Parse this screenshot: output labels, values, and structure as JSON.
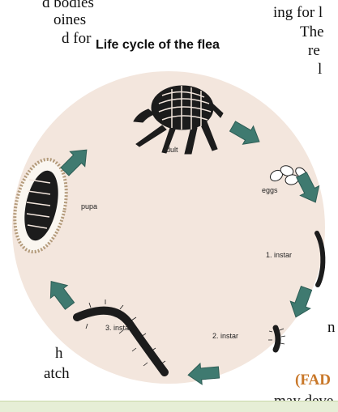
{
  "left_text": [
    "d bodies",
    "oines",
    "d for",
    "h",
    "atch"
  ],
  "right_text": [
    "ing for l",
    "The",
    "re",
    "l",
    "n",
    "(FAD",
    "may deve"
  ],
  "diagram": {
    "title": "Life cycle of the flea",
    "labels": {
      "adult": "adult",
      "eggs": "eggs",
      "instar1": "1. instar",
      "instar2": "2. instar",
      "instar3": "3. instar",
      "pupa": "pupa"
    },
    "colors": {
      "background": "#f3e6dd",
      "arrow": "#3f7a70",
      "insect": "#1c1c1c"
    }
  }
}
